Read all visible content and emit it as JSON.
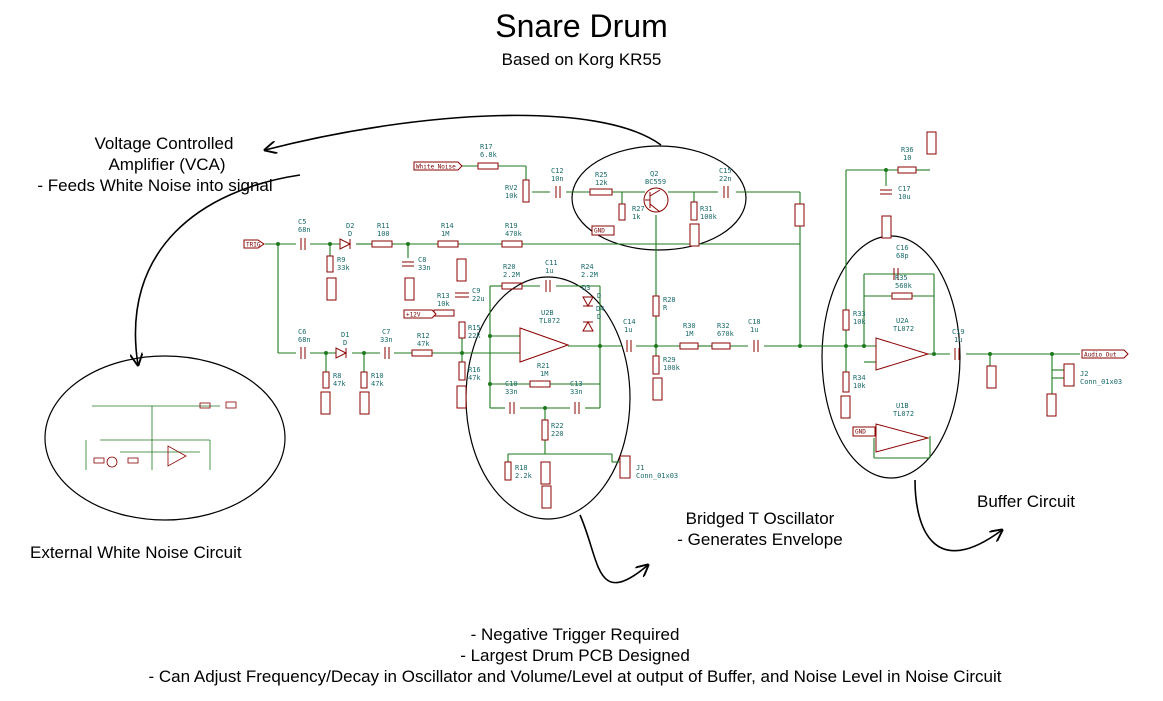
{
  "title": "Snare Drum",
  "subtitle": "Based on Korg KR55",
  "notes": {
    "vca": [
      "Voltage Controlled",
      "Amplifier (VCA)",
      "- Feeds White Noise into signal"
    ],
    "noise_circuit": "External White Noise Circuit",
    "oscillator": [
      "Bridged T Oscillator",
      "- Generates Envelope"
    ],
    "buffer": "Buffer Circuit",
    "bottom": [
      "- Negative Trigger Required",
      "- Largest Drum PCB Designed",
      "- Can Adjust Frequency/Decay in Oscillator and Volume/Level at output of Buffer, and Noise Level in Noise Circuit"
    ]
  },
  "labels": {
    "trig": "TRIG",
    "white_noise": "White_Noise",
    "audio_out": "Audio_Out",
    "gnd": "GND",
    "p12": "+12V"
  },
  "components": [
    {
      "ref": "R17",
      "val": "6.8k"
    },
    {
      "ref": "RV2",
      "val": "10k"
    },
    {
      "ref": "C12",
      "val": "10n"
    },
    {
      "ref": "R25",
      "val": "12k"
    },
    {
      "ref": "Q2",
      "val": "BC559"
    },
    {
      "ref": "C15",
      "val": "22n"
    },
    {
      "ref": "R27",
      "val": "1k"
    },
    {
      "ref": "R31",
      "val": "100k"
    },
    {
      "ref": "C5",
      "val": "68n"
    },
    {
      "ref": "D2",
      "val": "D"
    },
    {
      "ref": "R11",
      "val": "100"
    },
    {
      "ref": "R14",
      "val": "1M"
    },
    {
      "ref": "R19",
      "val": "470k"
    },
    {
      "ref": "R9",
      "val": "33k"
    },
    {
      "ref": "C8",
      "val": "33n"
    },
    {
      "ref": "R13",
      "val": "10k"
    },
    {
      "ref": "C9",
      "val": "22u"
    },
    {
      "ref": "R20",
      "val": "2.2M"
    },
    {
      "ref": "C11",
      "val": "1u"
    },
    {
      "ref": "R24",
      "val": "2.2M"
    },
    {
      "ref": "D3",
      "val": "D"
    },
    {
      "ref": "D4",
      "val": "D"
    },
    {
      "ref": "U2B",
      "val": "TL072"
    },
    {
      "ref": "R15",
      "val": "22k"
    },
    {
      "ref": "R16",
      "val": "47k"
    },
    {
      "ref": "C6",
      "val": "68n"
    },
    {
      "ref": "D1",
      "val": "D"
    },
    {
      "ref": "C7",
      "val": "33n"
    },
    {
      "ref": "R12",
      "val": "47k"
    },
    {
      "ref": "R8",
      "val": "47k"
    },
    {
      "ref": "R10",
      "val": "47k"
    },
    {
      "ref": "R21",
      "val": "1M"
    },
    {
      "ref": "C10",
      "val": "33n"
    },
    {
      "ref": "C13",
      "val": "33n"
    },
    {
      "ref": "R22",
      "val": "220"
    },
    {
      "ref": "R18",
      "val": "2.2k"
    },
    {
      "ref": "J1",
      "val": "Conn_01x03"
    },
    {
      "ref": "C14",
      "val": "1u"
    },
    {
      "ref": "R28",
      "val": "R"
    },
    {
      "ref": "R29",
      "val": "100k"
    },
    {
      "ref": "R30",
      "val": "1M"
    },
    {
      "ref": "R32",
      "val": "670k"
    },
    {
      "ref": "C18",
      "val": "1u"
    },
    {
      "ref": "R36",
      "val": "10"
    },
    {
      "ref": "C17",
      "val": "10u"
    },
    {
      "ref": "C16",
      "val": "68p"
    },
    {
      "ref": "R35",
      "val": "560k"
    },
    {
      "ref": "R33",
      "val": "10k"
    },
    {
      "ref": "U2A",
      "val": "TL072"
    },
    {
      "ref": "R34",
      "val": "10k"
    },
    {
      "ref": "C19",
      "val": "1u"
    },
    {
      "ref": "U1B",
      "val": "TL072"
    },
    {
      "ref": "J2",
      "val": "Conn_01x03"
    }
  ]
}
